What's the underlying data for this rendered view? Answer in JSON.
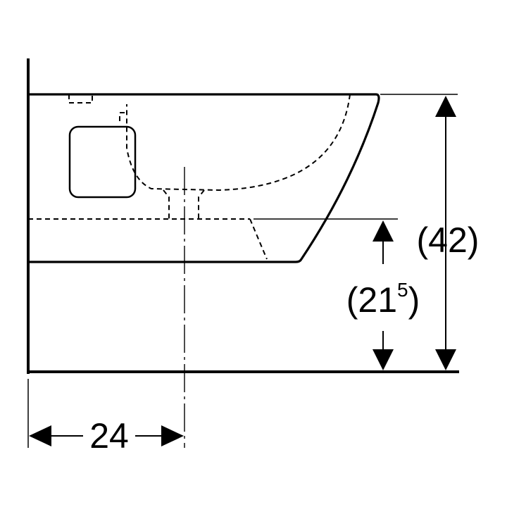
{
  "dimensions": {
    "height_total": "(42)",
    "height_rim_base": "(21",
    "height_rim_sup": "5",
    "height_rim_close": ")",
    "horizontal": "24"
  },
  "colors": {
    "line": "#000000",
    "background": "#ffffff"
  }
}
